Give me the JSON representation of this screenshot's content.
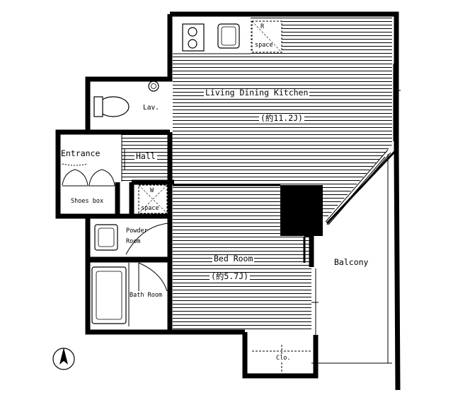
{
  "rooms": {
    "ldk_label": "Living Dining Kitchen",
    "ldk_size": "(約11.2J)",
    "bedroom_label": "Bed Room",
    "bedroom_size": "(約5.7J)",
    "lav_label": "Lav.",
    "entrance_label": "Entrance",
    "hall_label": "Hall",
    "shoes_label": "Shoes box",
    "powder_label_1": "Powder",
    "powder_label_2": "Room",
    "bath_label": "Bath Room",
    "balcony_label": "Balcony",
    "closet_label": "Clo."
  },
  "fixtures": {
    "fridge_line1": "R",
    "fridge_line2": "space",
    "washer_line1": "W",
    "washer_line2": "space"
  },
  "compass_icon": "north-arrow-icon"
}
